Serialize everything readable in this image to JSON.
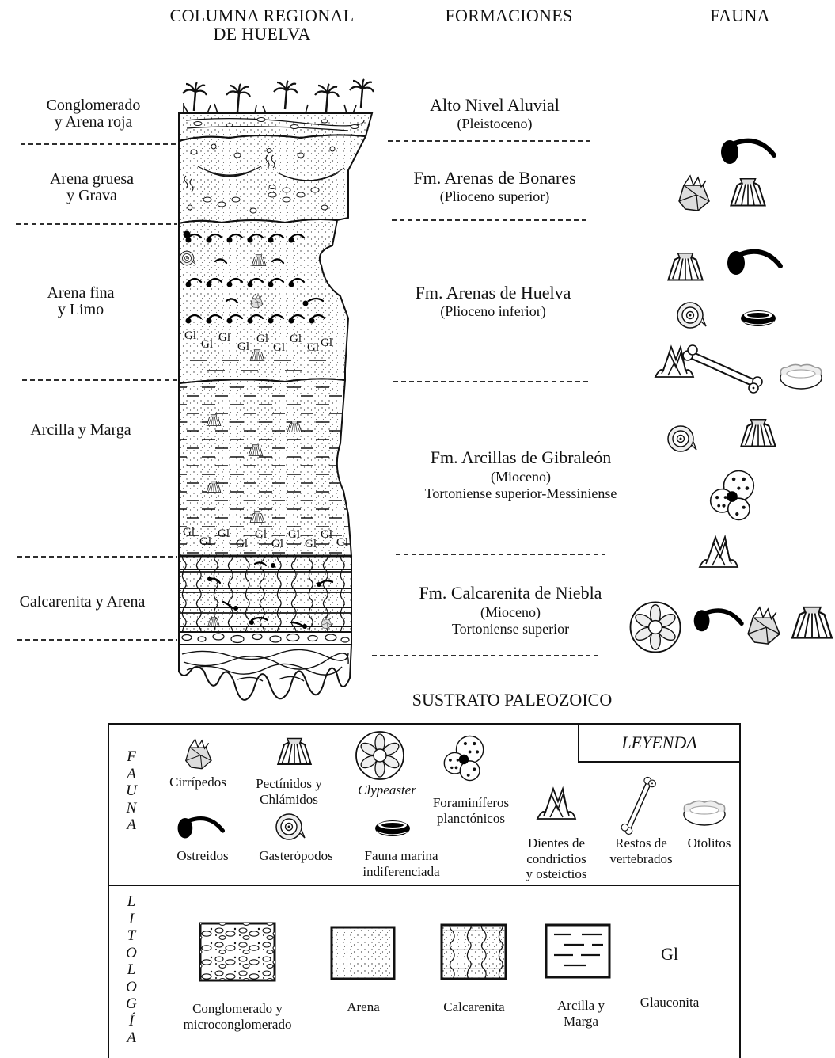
{
  "headers": {
    "column": "COLUMNA REGIONAL\nDE HUELVA",
    "formations": "FORMACIONES",
    "fauna": "FAUNA"
  },
  "lithology_labels": [
    "Conglomerado\ny Arena roja",
    "Arena gruesa\ny Grava",
    "Arena fina\ny Limo",
    "Arcilla y Marga",
    "Calcarenita y Arena"
  ],
  "formations": [
    {
      "name": "Alto Nivel Aluvial",
      "sub": "(Pleistoceno)"
    },
    {
      "name": "Fm. Arenas de Bonares",
      "sub": "(Plioceno superior)"
    },
    {
      "name": "Fm. Arenas de Huelva",
      "sub": "(Plioceno inferior)"
    },
    {
      "name": "Fm. Arcillas de Gibraleón",
      "sub": "(Mioceno)\nTortoniense superior-Messiniense"
    },
    {
      "name": "Fm. Calcarenita de Niebla",
      "sub": "(Mioceno)\nTortoniense superior"
    }
  ],
  "substrate": "SUSTRATO PALEOZOICO",
  "glauconite_symbol": "Gl",
  "legend": {
    "title": "LEYENDA",
    "fauna_vertical": "F\nA\nU\nN\nA",
    "litho_vertical": "L\nI\nT\nO\nL\nO\nG\nÍ\nA",
    "fauna_items": [
      {
        "icon": "barnacle-icon",
        "label": "Cirrípedos"
      },
      {
        "icon": "scallop-icon",
        "label": "Pectínidos y\nChlámidos"
      },
      {
        "icon": "clypeaster-icon",
        "label": "Clypeaster",
        "italic": true
      },
      {
        "icon": "foraminifera-icon",
        "label": "Foraminíferos\nplanctónicos"
      },
      {
        "icon": "oyster-icon",
        "label": "Ostreidos"
      },
      {
        "icon": "gastropod-icon",
        "label": "Gasterópodos"
      },
      {
        "icon": "marine-fauna-icon",
        "label": "Fauna marina\nindiferenciada"
      },
      {
        "icon": "shark-tooth-icon",
        "label": "Dientes de\ncondrictios\ny osteictios"
      },
      {
        "icon": "bone-icon",
        "label": "Restos de\nvertebrados"
      },
      {
        "icon": "otolith-icon",
        "label": "Otolitos"
      }
    ],
    "litho_items": [
      {
        "pattern": "conglomerate",
        "label": "Conglomerado y\nmicroconglomerado"
      },
      {
        "pattern": "sand",
        "label": "Arena"
      },
      {
        "pattern": "calcarenite",
        "label": "Calcarenita"
      },
      {
        "pattern": "clay",
        "label": "Arcilla y\nMarga"
      },
      {
        "pattern": "glauconite",
        "label": "Glauconita"
      }
    ]
  }
}
